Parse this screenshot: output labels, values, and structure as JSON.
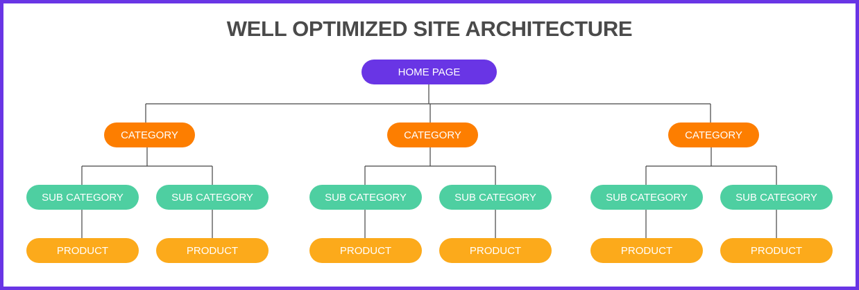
{
  "title": "WELL OPTIMIZED SITE ARCHITECTURE",
  "colors": {
    "border": "#6935e5",
    "home": "#6935e5",
    "category": "#fd7e00",
    "sub_category": "#4ecfa1",
    "product": "#fcaa1b"
  },
  "home": {
    "label": "HOME PAGE"
  },
  "categories": [
    {
      "label": "CATEGORY",
      "subs": [
        {
          "label": "SUB CATEGORY",
          "product": "PRODUCT"
        },
        {
          "label": "SUB CATEGORY",
          "product": "PRODUCT"
        }
      ]
    },
    {
      "label": "CATEGORY",
      "subs": [
        {
          "label": "SUB CATEGORY",
          "product": "PRODUCT"
        },
        {
          "label": "SUB CATEGORY",
          "product": "PRODUCT"
        }
      ]
    },
    {
      "label": "CATEGORY",
      "subs": [
        {
          "label": "SUB CATEGORY",
          "product": "PRODUCT"
        },
        {
          "label": "SUB CATEGORY",
          "product": "PRODUCT"
        }
      ]
    }
  ]
}
